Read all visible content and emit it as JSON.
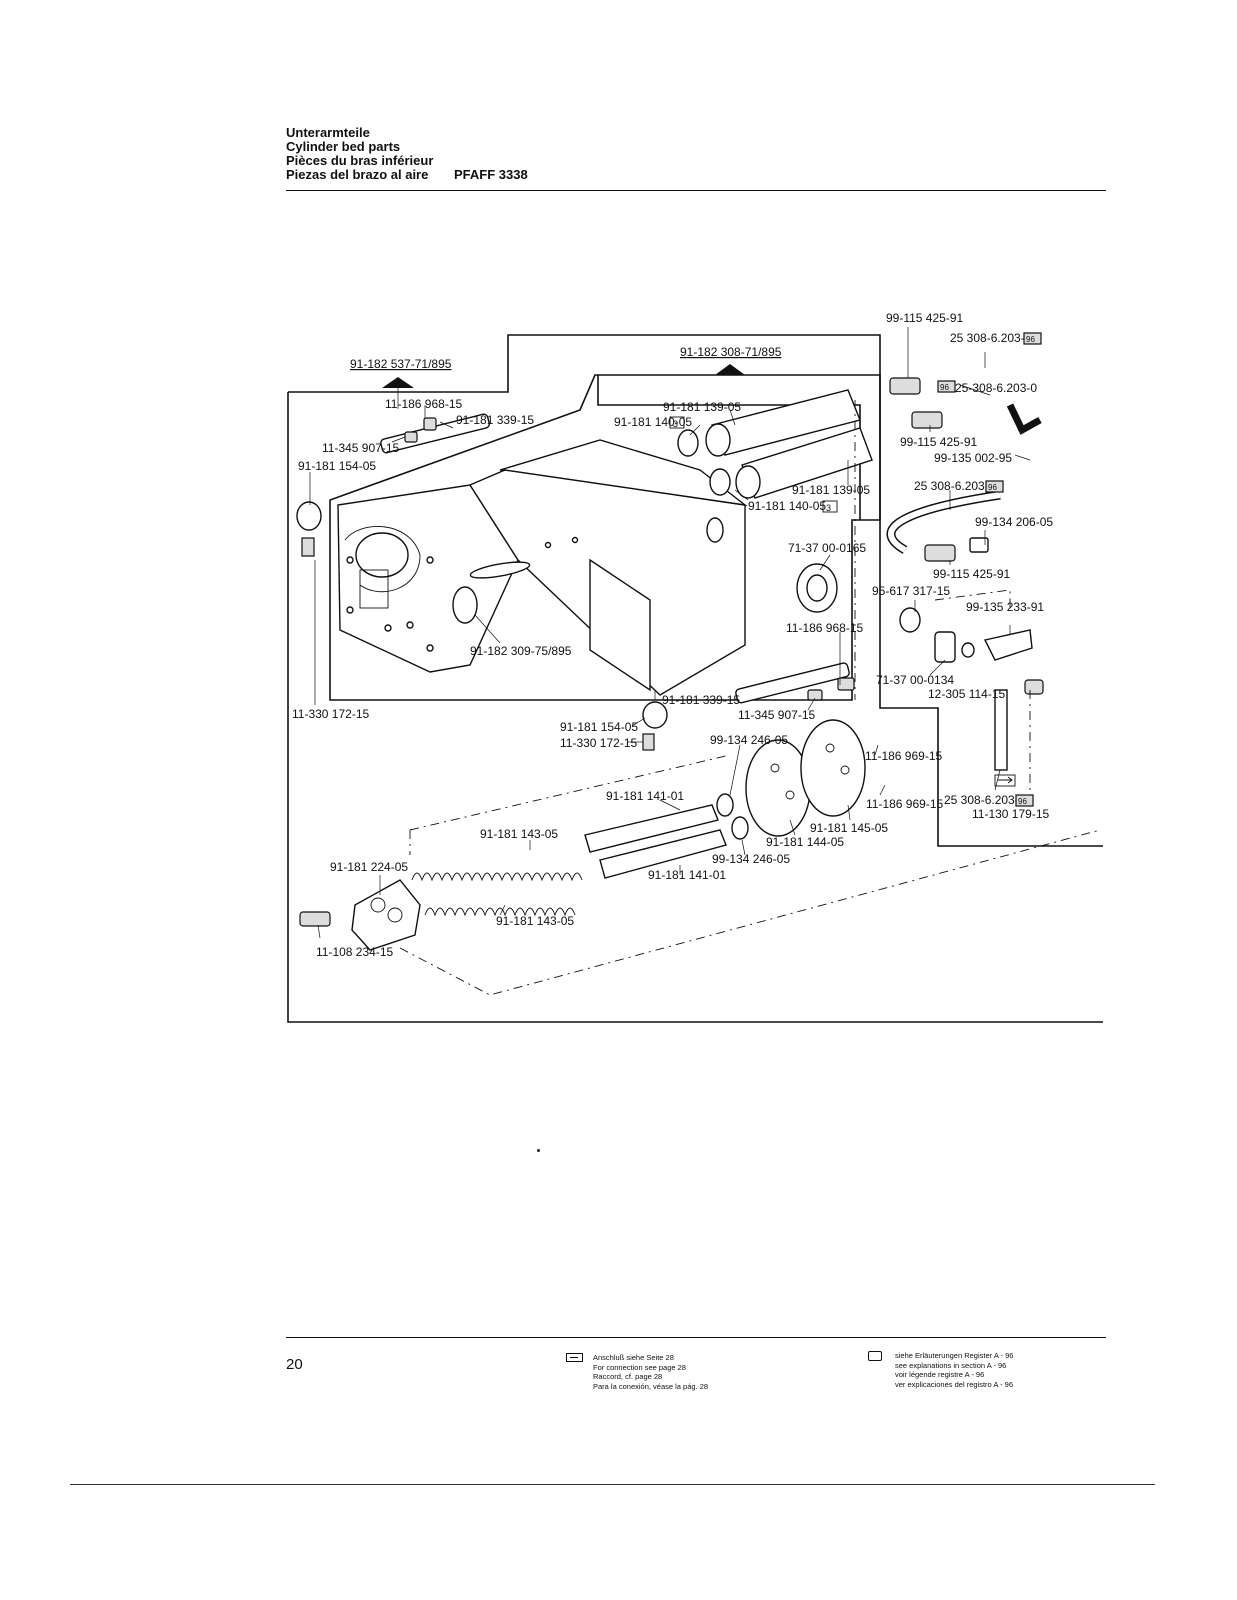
{
  "header": {
    "title_de": "Unterarmteile",
    "title_en": "Cylinder bed parts",
    "title_fr": "Pièces du bras inférieur",
    "title_es": "Piezas del brazo al aire",
    "model": "PFAFF 3338"
  },
  "diagram": {
    "callouts": {
      "assembly_main": "91-182 537-71/895",
      "assembly_sub": "91-182 308-71/895",
      "p_11_186_968_15_a": "11-186 968-15",
      "p_91_181_339_15_a": "91-181 339-15",
      "p_11_345_907_15_a": "11-345 907-15",
      "p_91_181_154_05_a": "91-181 154-05",
      "p_91_181_139_05_a": "91-181 139-05",
      "p_91_181_140_05_a": "91-181 140-05",
      "p_91_181_139_05_b": "91-181 139-05",
      "p_91_181_140_05_b": "91-181 140-05",
      "p_71_37_00_0165": "71-37 00-0165",
      "p_91_182_309_75_895": "91-182 309-75/895",
      "p_11_186_968_15_b": "11-186 968-15",
      "p_11_330_172_15_a": "11-330 172-15",
      "p_91_181_339_15_b": "91-181 339-15",
      "p_91_181_154_05_b": "91-181 154-05",
      "p_11_330_172_15_b": "11-330 172-15",
      "p_11_345_907_15_b": "11-345 907-15",
      "p_99_134_246_05_a": "99-134 246-05",
      "p_91_181_141_01_a": "91-181 141-01",
      "p_91_181_143_05_a": "91-181 143-05",
      "p_91_181_224_05": "91-181 224-05",
      "p_91_181_145_05": "91-181 145-05",
      "p_91_181_144_05": "91-181 144-05",
      "p_99_134_246_05_b": "99-134 246-05",
      "p_91_181_141_01_b": "91-181 141-01",
      "p_91_181_143_05_b": "91-181 143-05",
      "p_11_108_234_15": "11-108 234-15",
      "p_11_186_969_15_a": "11-186 969-15",
      "p_11_186_969_15_b": "11-186 969-15",
      "p_99_115_425_91_a": "99-115 425-91",
      "p_25_308_6_203_0_a": "25 308-6.203-0",
      "p_25_308_6_203_0_b": "25-308-6.203-0",
      "p_99_115_425_91_b": "99-115 425-91",
      "p_99_135_002_95": "99-135 002-95",
      "p_25_308_6_203_0_c": "25 308-6.203-0",
      "p_99_134_206_05": "99-134 206-05",
      "p_99_115_425_91_c": "99-115 425-91",
      "p_95_617_317_15": "95-617 317-15",
      "p_99_135_233_91": "99-135 233-91",
      "p_71_37_00_0134": "71-37 00-0134",
      "p_12_305_114_15": "12-305 114-15",
      "p_25_308_6_203_0_d": "25 308-6.203-0",
      "p_11_130_179_15": "11-130 179-15"
    },
    "marks": {
      "register_3": "3",
      "register_96": "96"
    }
  },
  "footer": {
    "page_number": "20",
    "connection_note": [
      "Anschluß siehe Seite 28",
      "For connection see page 28",
      "Raccord, cf. page 28",
      "Para la conexión, véase la pág. 28"
    ],
    "explanation_note": [
      "siehe Erläuterungen Register",
      "see explanations in section",
      "voir légende registre",
      "ver explicaciones del registro"
    ],
    "register_ref": "A - 96"
  }
}
